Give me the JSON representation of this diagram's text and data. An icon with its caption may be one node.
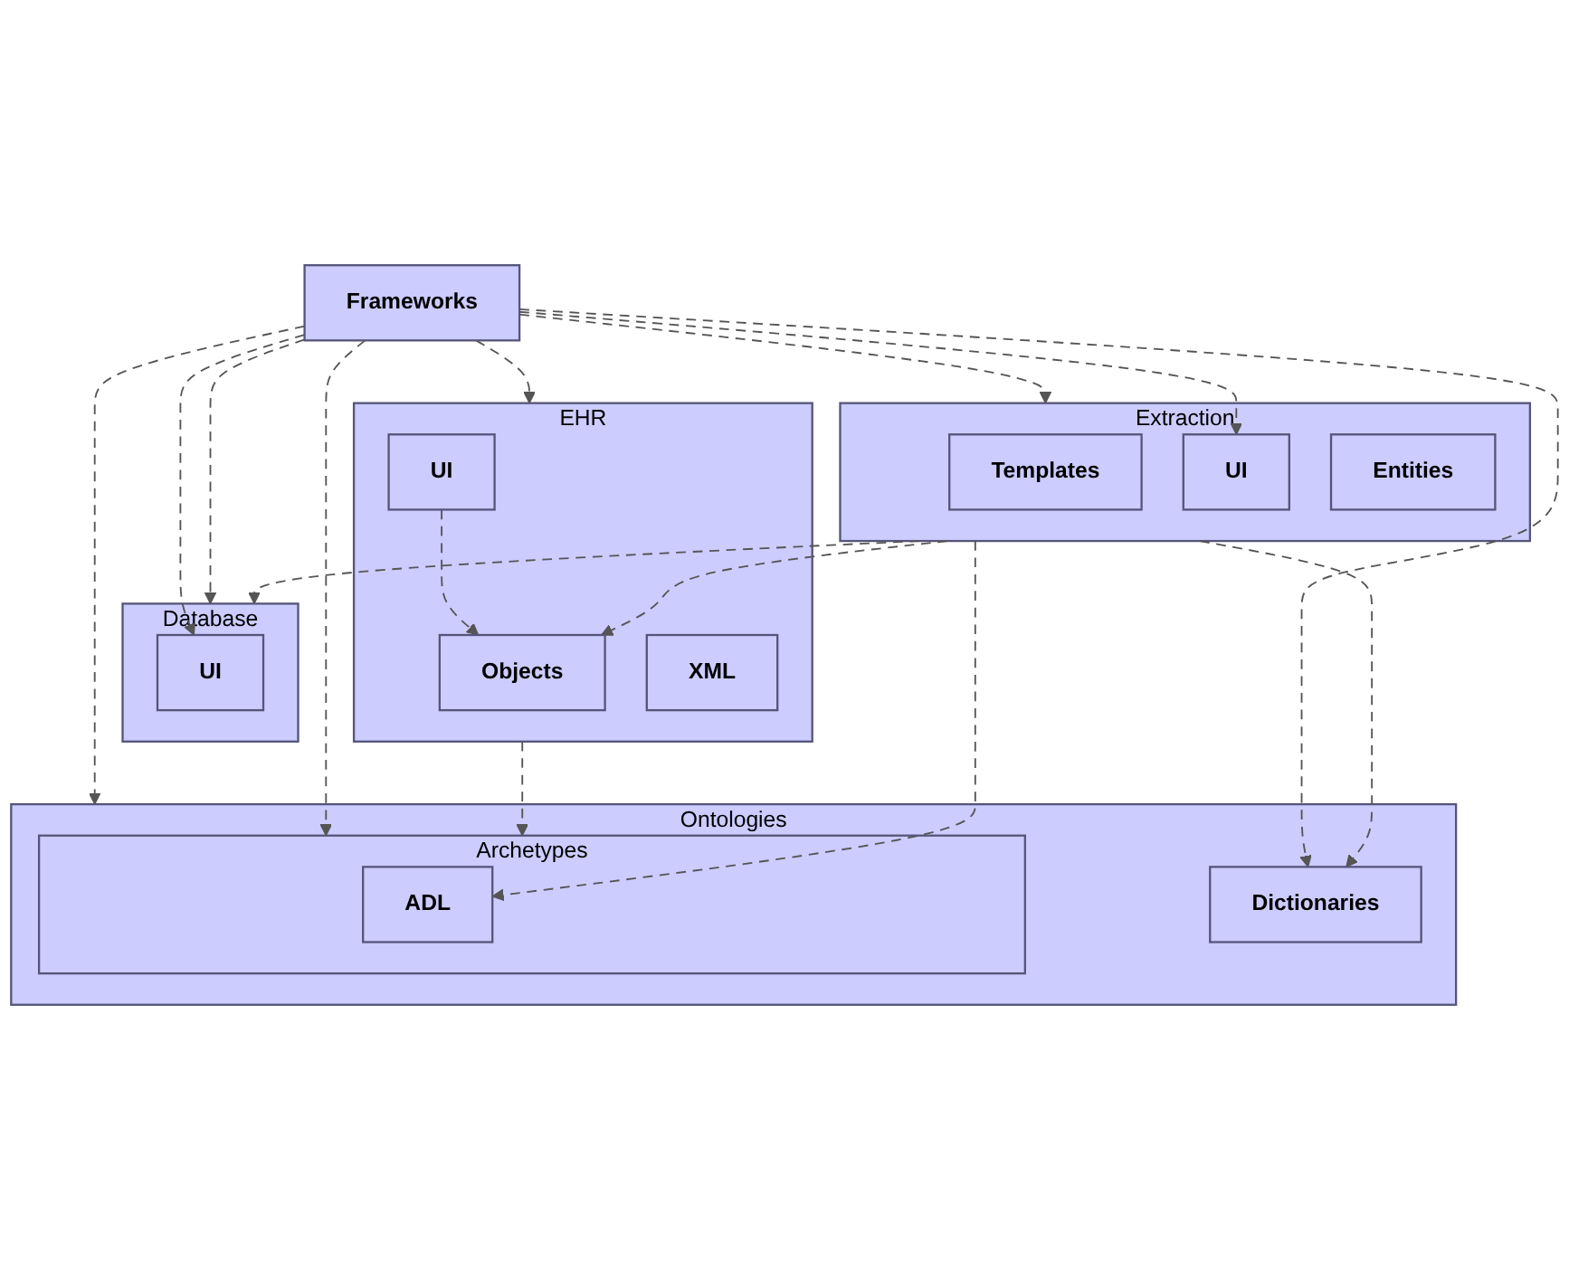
{
  "diagram": {
    "nodes": [
      {
        "text": [
          "Database"
        ]
      },
      {
        "text": [
          "UI"
        ],
        "in": 0
      },
      {
        "text": [
          "Frameworks"
        ]
      },
      {
        "text": [
          "EHR"
        ]
      },
      {
        "text": [
          "Objects"
        ],
        "in": 3
      },
      {
        "text": [
          "UI"
        ],
        "in": 3
      },
      {
        "text": [
          "XML"
        ],
        "in": 3
      },
      {
        "text": [
          "Extraction"
        ]
      },
      {
        "text": [
          "Templates"
        ],
        "in": 7
      },
      {
        "text": [
          "UI"
        ],
        "in": 7
      },
      {
        "text": [
          "Entities"
        ],
        "in": 7
      },
      {
        "text": [
          "Ontologies"
        ]
      },
      {
        "text": [
          "Archetypes"
        ],
        "in": 11
      },
      {
        "text": [
          "ADL"
        ],
        "in": 12
      },
      {
        "text": [
          "Dictionaries"
        ],
        "in": 11
      }
    ],
    "edges": [
      {
        "from": 2,
        "to": 0,
        "arrow": "to",
        "style": "dashed"
      },
      {
        "from": 2,
        "to": 1,
        "arrow": "to",
        "style": "dashed"
      },
      {
        "from": 2,
        "to": 3,
        "arrow": "to",
        "style": "dashed"
      },
      {
        "from": 5,
        "to": 4,
        "arrow": "to",
        "style": "dashed"
      },
      {
        "from": 7,
        "to": 0,
        "arrow": "to",
        "style": "dashed"
      },
      {
        "from": 7,
        "to": 4,
        "arrow": "to",
        "style": "dashed"
      },
      {
        "from": 2,
        "to": 7,
        "arrow": "to",
        "style": "dashed"
      },
      {
        "from": 2,
        "to": 9,
        "arrow": "to",
        "style": "dashed"
      },
      {
        "from": 2,
        "to": 11,
        "arrow": "to",
        "style": "dashed"
      },
      {
        "from": 2,
        "to": 14,
        "arrow": "to",
        "style": "dashed"
      },
      {
        "from": 2,
        "to": 12,
        "arrow": "to",
        "style": "dashed"
      },
      {
        "from": 3,
        "to": 12,
        "arrow": "to",
        "style": "dashed"
      },
      {
        "from": 7,
        "to": 13,
        "arrow": "to",
        "style": "dashed"
      },
      {
        "from": 7,
        "to": 14,
        "arrow": "to",
        "style": "dashed"
      }
    ]
  }
}
